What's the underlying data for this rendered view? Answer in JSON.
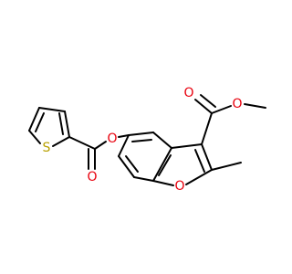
{
  "molecule": {
    "atoms": {
      "sulfur": {
        "symbol": "S",
        "color": "#B8A000"
      },
      "ester_o_link": {
        "symbol": "O",
        "color": "#E8000D"
      },
      "carbonyl_o_thiophene": {
        "symbol": "O",
        "color": "#E8000D"
      },
      "furan_o": {
        "symbol": "O",
        "color": "#E8000D"
      },
      "carbonyl_o_methyl_ester": {
        "symbol": "O",
        "color": "#E8000D"
      },
      "ester_o_methyl": {
        "symbol": "O",
        "color": "#E8000D"
      }
    },
    "bond_color": "#000000"
  }
}
